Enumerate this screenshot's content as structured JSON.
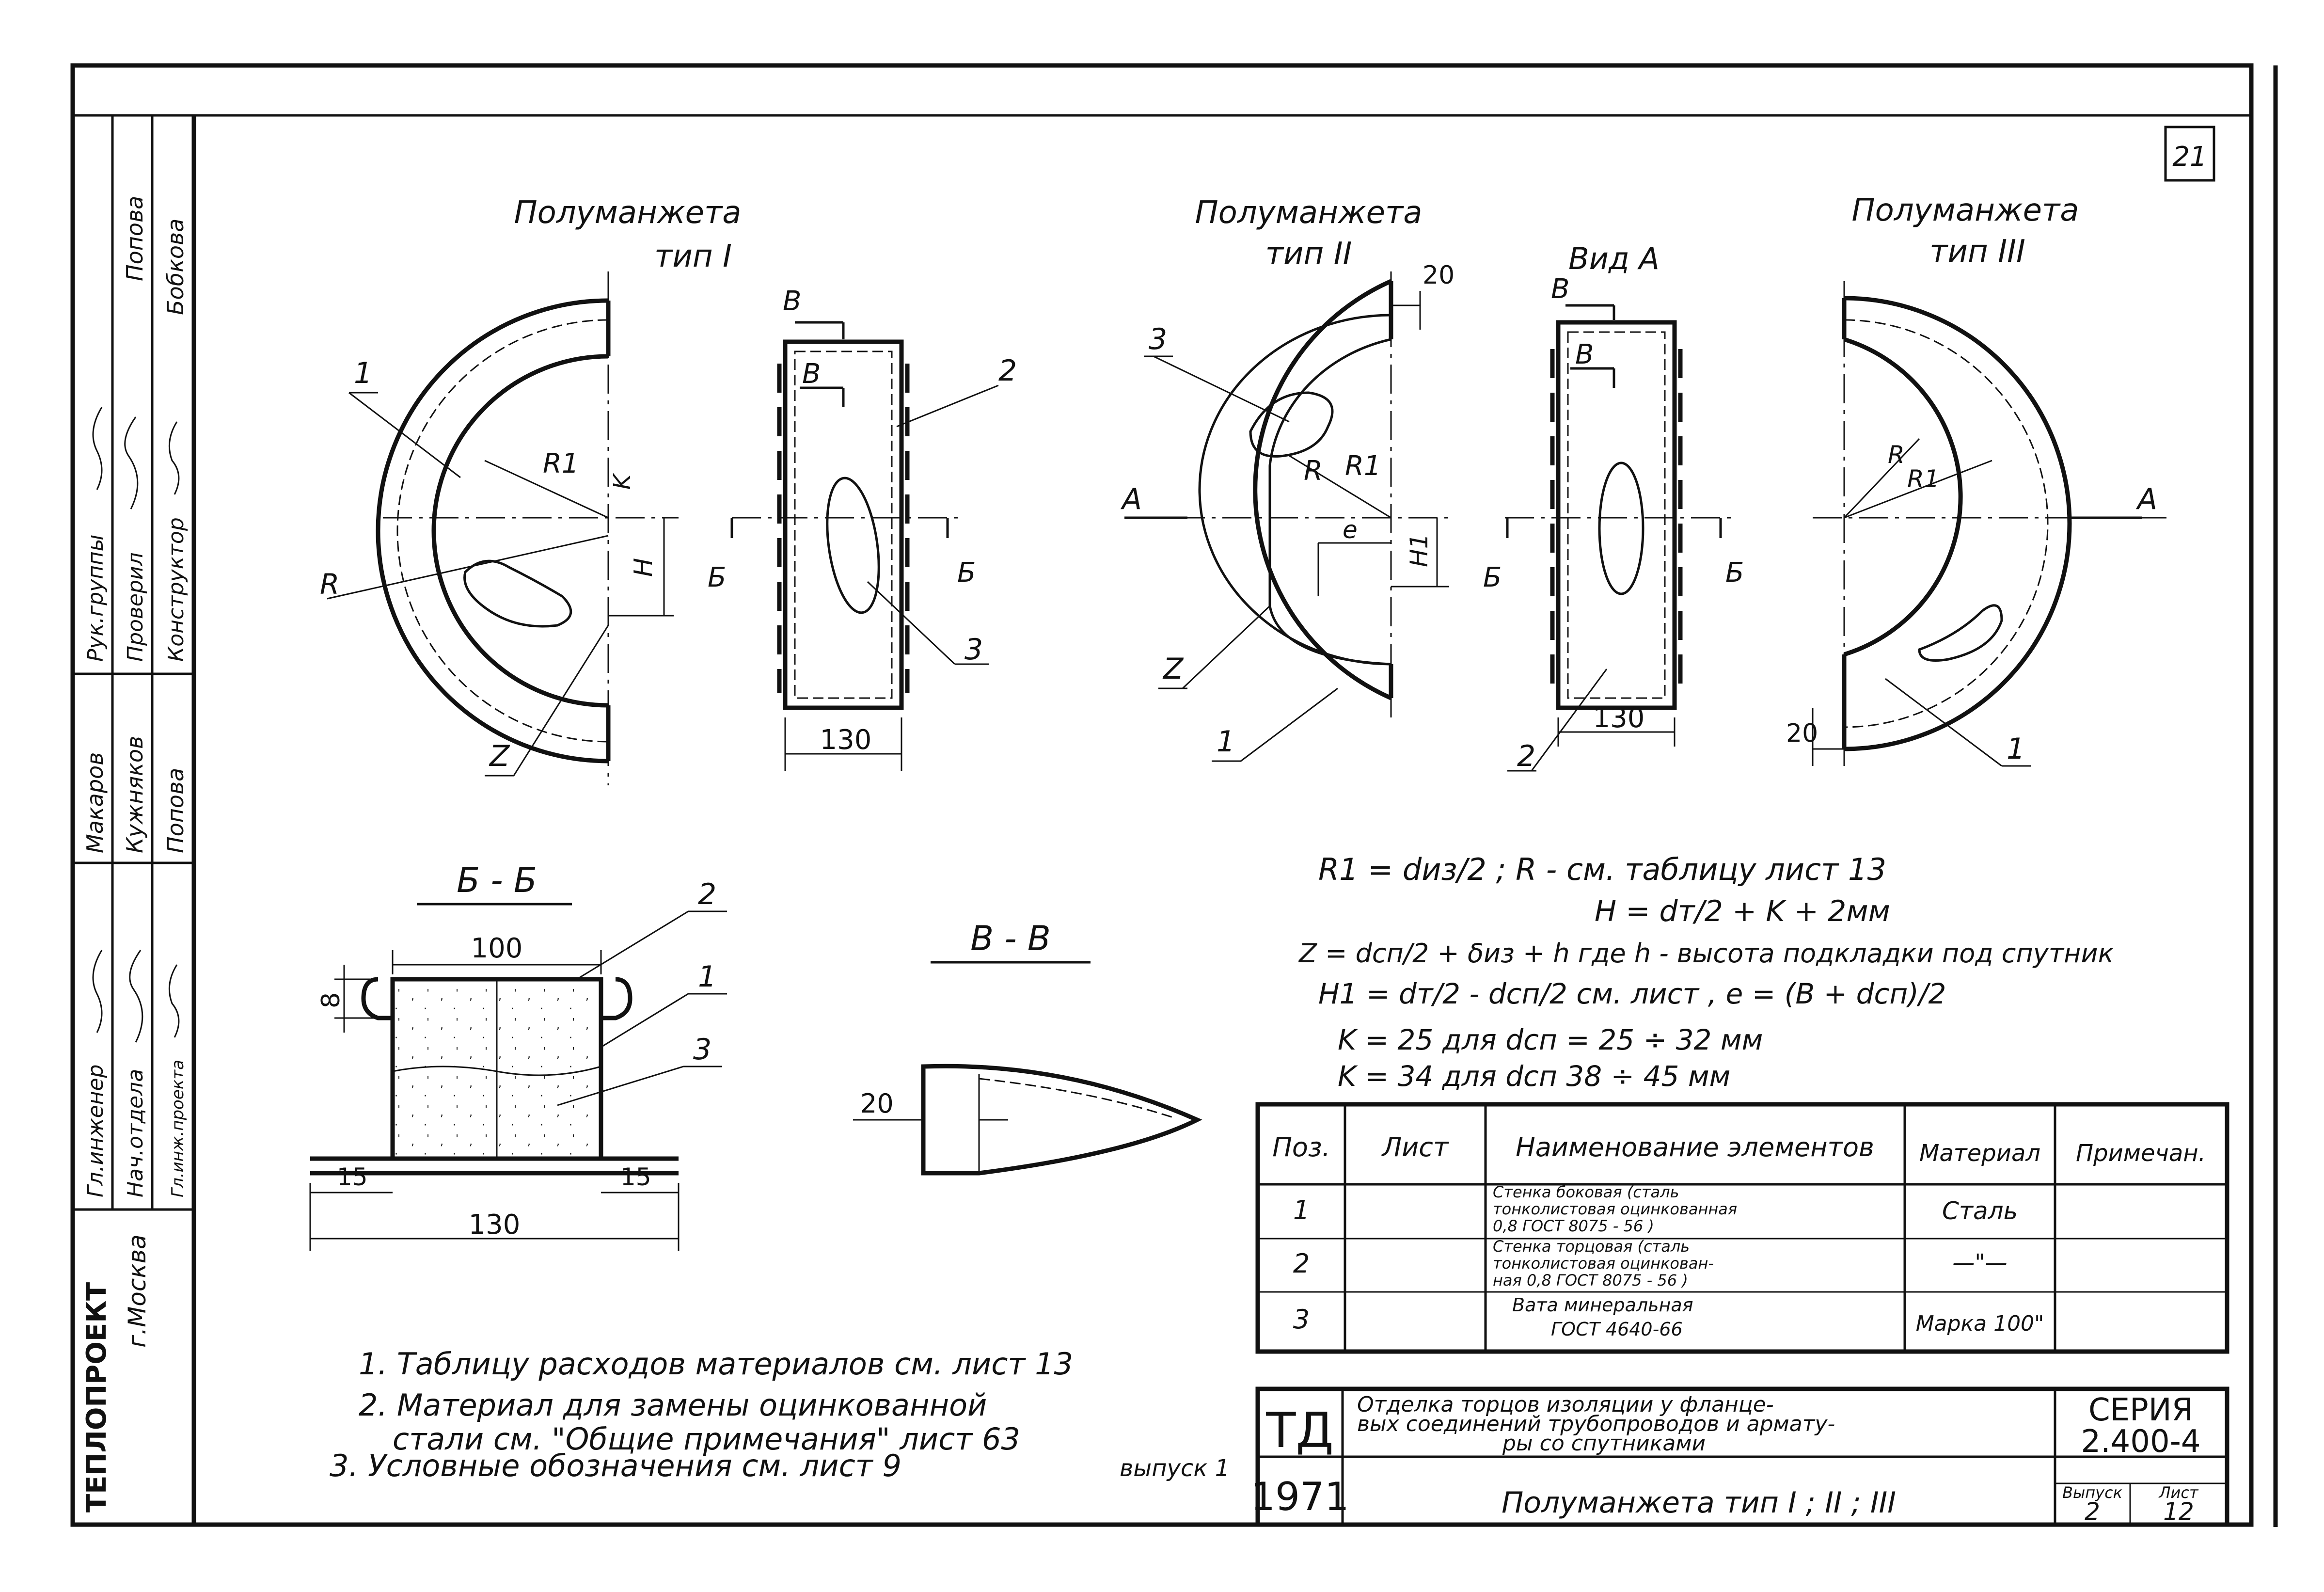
{
  "sheet_number": "21",
  "views": {
    "type1_title": [
      "Полуманжета",
      "тип I"
    ],
    "type2_title": [
      "Полуманжета",
      "тип II"
    ],
    "vidA_title": "Вид А",
    "type3_title": [
      "Полуманжета",
      "тип III"
    ],
    "section_bb": "Б - Б",
    "section_vv": "В - В"
  },
  "callouts": {
    "c1": "1",
    "c2": "2",
    "c3": "3",
    "cz": "Z",
    "R": "R",
    "R1": "R1",
    "K": "K",
    "H": "H",
    "H1": "H1",
    "e": "e",
    "B": "В",
    "BB": "Б",
    "A": "А"
  },
  "dims": {
    "d130": "130",
    "d20": "20",
    "d100": "100",
    "d8": "8",
    "d15": "15"
  },
  "formulas": [
    "R1 = dиз/2 ;   R - см. таблицу лист 13",
    "H = dт/2 + K + 2мм",
    "Z = dсп/2 + δиз + h   где h - высота подкладки под спутник",
    "H1 = dт/2 - dсп/2 см. лист ,   e = (B + dсп)/2",
    "K = 25  для  dсп = 25 ÷ 32 мм",
    "K = 34  для  dсп 38 ÷ 45 мм"
  ],
  "spec_table": {
    "headers": [
      "Поз.",
      "Лист",
      "Наименование элементов",
      "Материал",
      "Примечан."
    ],
    "rows": [
      {
        "pos": "1",
        "sheet": "",
        "name": [
          "Стенка боковая (сталь",
          "тонколистовая оцинкованная",
          "0,8 ГОСТ 8075 - 56 )"
        ],
        "material": "Сталь",
        "note": ""
      },
      {
        "pos": "2",
        "sheet": "",
        "name": [
          "Стенка торцовая (сталь",
          "тонколистовая оцинкован-",
          "ная 0,8 ГОСТ 8075 - 56 )"
        ],
        "material": "—\"—",
        "note": ""
      },
      {
        "pos": "3",
        "sheet": "",
        "name": [
          "Вата минеральная",
          "ГОСТ 4640-66"
        ],
        "material": "Марка 100\"",
        "note": ""
      }
    ]
  },
  "notes": [
    "1. Таблицу расходов материалов см. лист 13",
    "2. Материал для замены оцинкованной",
    "стали см. \"Общие примечания\" лист 63",
    "3. Условные обозначения  см. лист 9",
    "выпуск 1"
  ],
  "title_block": {
    "td": "ТД",
    "year": "1971",
    "description": [
      "Отделка торцов изоляции у фланце-",
      "вых соединений трубопроводов и армату-",
      "ры со спутниками"
    ],
    "series_label": "СЕРИЯ",
    "series": "2.400-4",
    "drawing_title": "Полуманжета тип I ; II ; III",
    "issue_label": "Выпуск",
    "issue": "2",
    "sheet_label": "Лист",
    "sheet": "12"
  },
  "side_stamp": {
    "org": "ТЕПЛОПРОЕКТ",
    "city": "г.Москва",
    "roles": [
      "Гл.инженер",
      "Нач.отдела",
      "Гл.инж.проекта",
      "Рук.группы",
      "Проверил",
      "Конструктор"
    ],
    "names": [
      "Макаров",
      "Кужняков",
      "Попова",
      "Попова",
      "Бобкова"
    ]
  }
}
